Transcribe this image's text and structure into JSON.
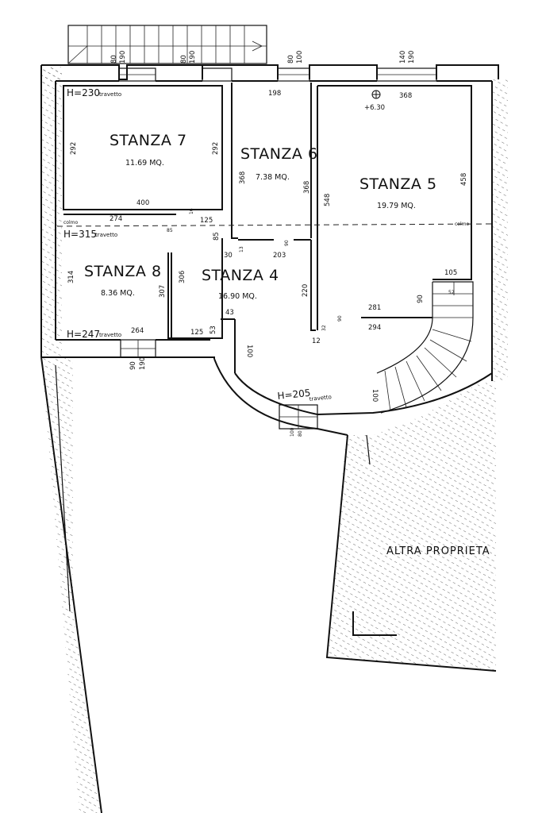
{
  "rooms": {
    "stanza7": {
      "name": "STANZA 7",
      "area": "11.69 MQ."
    },
    "stanza6": {
      "name": "STANZA 6",
      "area": "7.38 MQ."
    },
    "stanza5": {
      "name": "STANZA 5",
      "area": "19.79 MQ."
    },
    "stanza8": {
      "name": "STANZA 8",
      "area": "8.36 MQ."
    },
    "stanza4": {
      "name": "STANZA 4",
      "area": "16.90 MQ."
    }
  },
  "heights": {
    "h230": {
      "value": "H=230",
      "note": "travetto"
    },
    "h315": {
      "value": "H=315",
      "note": "travetto"
    },
    "h247": {
      "value": "H=247",
      "note": "travetto"
    },
    "h205": {
      "value": "H=205",
      "note": "travetto"
    }
  },
  "labels": {
    "colmo_left": "colmo",
    "colmo_right": "colmo",
    "level": "+6.30",
    "altra_proprieta": "ALTRA PROPRIETA"
  },
  "dimensions": {
    "top_w1_a": "80",
    "top_w1_b": "190",
    "top_w2_a": "80",
    "top_w2_b": "190",
    "top_w3_a": "80",
    "top_w3_b": "100",
    "top_w4_a": "140",
    "top_w4_b": "190",
    "s7_292_left": "292",
    "s7_292_right": "292",
    "s7_400": "400",
    "s6_198": "198",
    "s6_368_left": "368",
    "s6_368_right": "368",
    "s5_368": "368",
    "s5_548": "548",
    "s5_458": "458",
    "d274": "274",
    "d16": "16",
    "d125_top": "125",
    "d85_small": "85",
    "d85": "85",
    "d30": "30",
    "d13": "13",
    "d203": "203",
    "d90_mid": "90",
    "d314": "314",
    "d307": "307",
    "d306": "306",
    "d264": "264",
    "d43": "43",
    "d125_bot": "125",
    "d53": "53",
    "d100_left": "100",
    "d220": "220",
    "d32": "32",
    "d90_small": "90",
    "d12": "12",
    "d281": "281",
    "d294": "294",
    "d105": "105",
    "d90_stair": "90",
    "d52": "52",
    "d100_stair": "100",
    "bot_w1_a": "90",
    "bot_w1_b": "190",
    "bot_w2_a": "100",
    "bot_w2_b": "80"
  }
}
